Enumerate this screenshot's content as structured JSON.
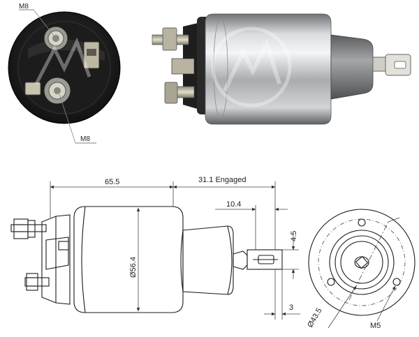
{
  "photo_labels": {
    "terminal_top": "M8",
    "terminal_bottom": "M8"
  },
  "dimensions": {
    "body_length": "65.5",
    "stroke_engaged": "31.1 Engaged",
    "stud_offset": "10.4",
    "body_diameter": "Ø56.4",
    "eye_height": "4.5",
    "eye_thickness": "3",
    "bolt_circle": "Ø43.5",
    "mount_thread": "M5"
  },
  "colors": {
    "body_metal": "#b9bcbf",
    "cap_black": "#222222",
    "boot_grey": "#8a8c8e",
    "stud_brass": "#cfc7a8"
  }
}
